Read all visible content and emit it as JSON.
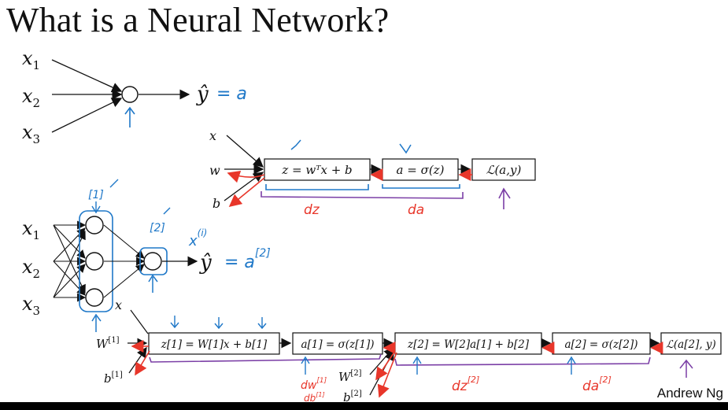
{
  "slide": {
    "title": "What is a Neural Network?",
    "credit": "Andrew Ng"
  },
  "colors": {
    "ink": "#111111",
    "blue_ink": "#1f78c8",
    "red_ink": "#e8362a",
    "purple_ink": "#7b3fa6"
  },
  "single_neuron": {
    "inputs": [
      "x",
      "x",
      "x"
    ],
    "input_subscripts": [
      "1",
      "2",
      "3"
    ],
    "output_hat": "ŷ",
    "output_eq": "= a"
  },
  "logistic_graph": {
    "inputs": [
      "x",
      "w",
      "b"
    ],
    "box1": "z = wᵀx + b",
    "box2": "a = σ(z)",
    "box3": "ℒ(a,y)",
    "grad1": "dz",
    "grad2": "da"
  },
  "two_layer_net": {
    "inputs": [
      "x",
      "x",
      "x"
    ],
    "input_subscripts": [
      "1",
      "2",
      "3"
    ],
    "layer1_tag": "[1]",
    "layer2_tag": "[2]",
    "sample_tag": "x",
    "sample_sup": "(i)",
    "output_hat": "ŷ",
    "output_eq": "= a",
    "output_sup": "[2]",
    "x_label": "x"
  },
  "two_layer_graph": {
    "w1": "W",
    "w1_sup": "[1]",
    "b1": "b",
    "b1_sup": "[1]",
    "box1": "z[1] = W[1]x + b[1]",
    "box2": "a[1] = σ(z[1])",
    "box3": "z[2] = W[2]a[1] + b[2]",
    "box4": "a[2] = σ(z[2])",
    "box5": "ℒ(a[2], y)",
    "w2": "W",
    "w2_sup": "[2]",
    "b2": "b",
    "b2_sup": "[2]",
    "grad_dw1": "dw",
    "grad_dw1_sup": "[1]",
    "grad_db1": "db",
    "grad_db1_sup": "[1]",
    "grad_dz2": "dz",
    "grad_dz2_sup": "[2]",
    "grad_da2": "da",
    "grad_da2_sup": "[2]"
  }
}
